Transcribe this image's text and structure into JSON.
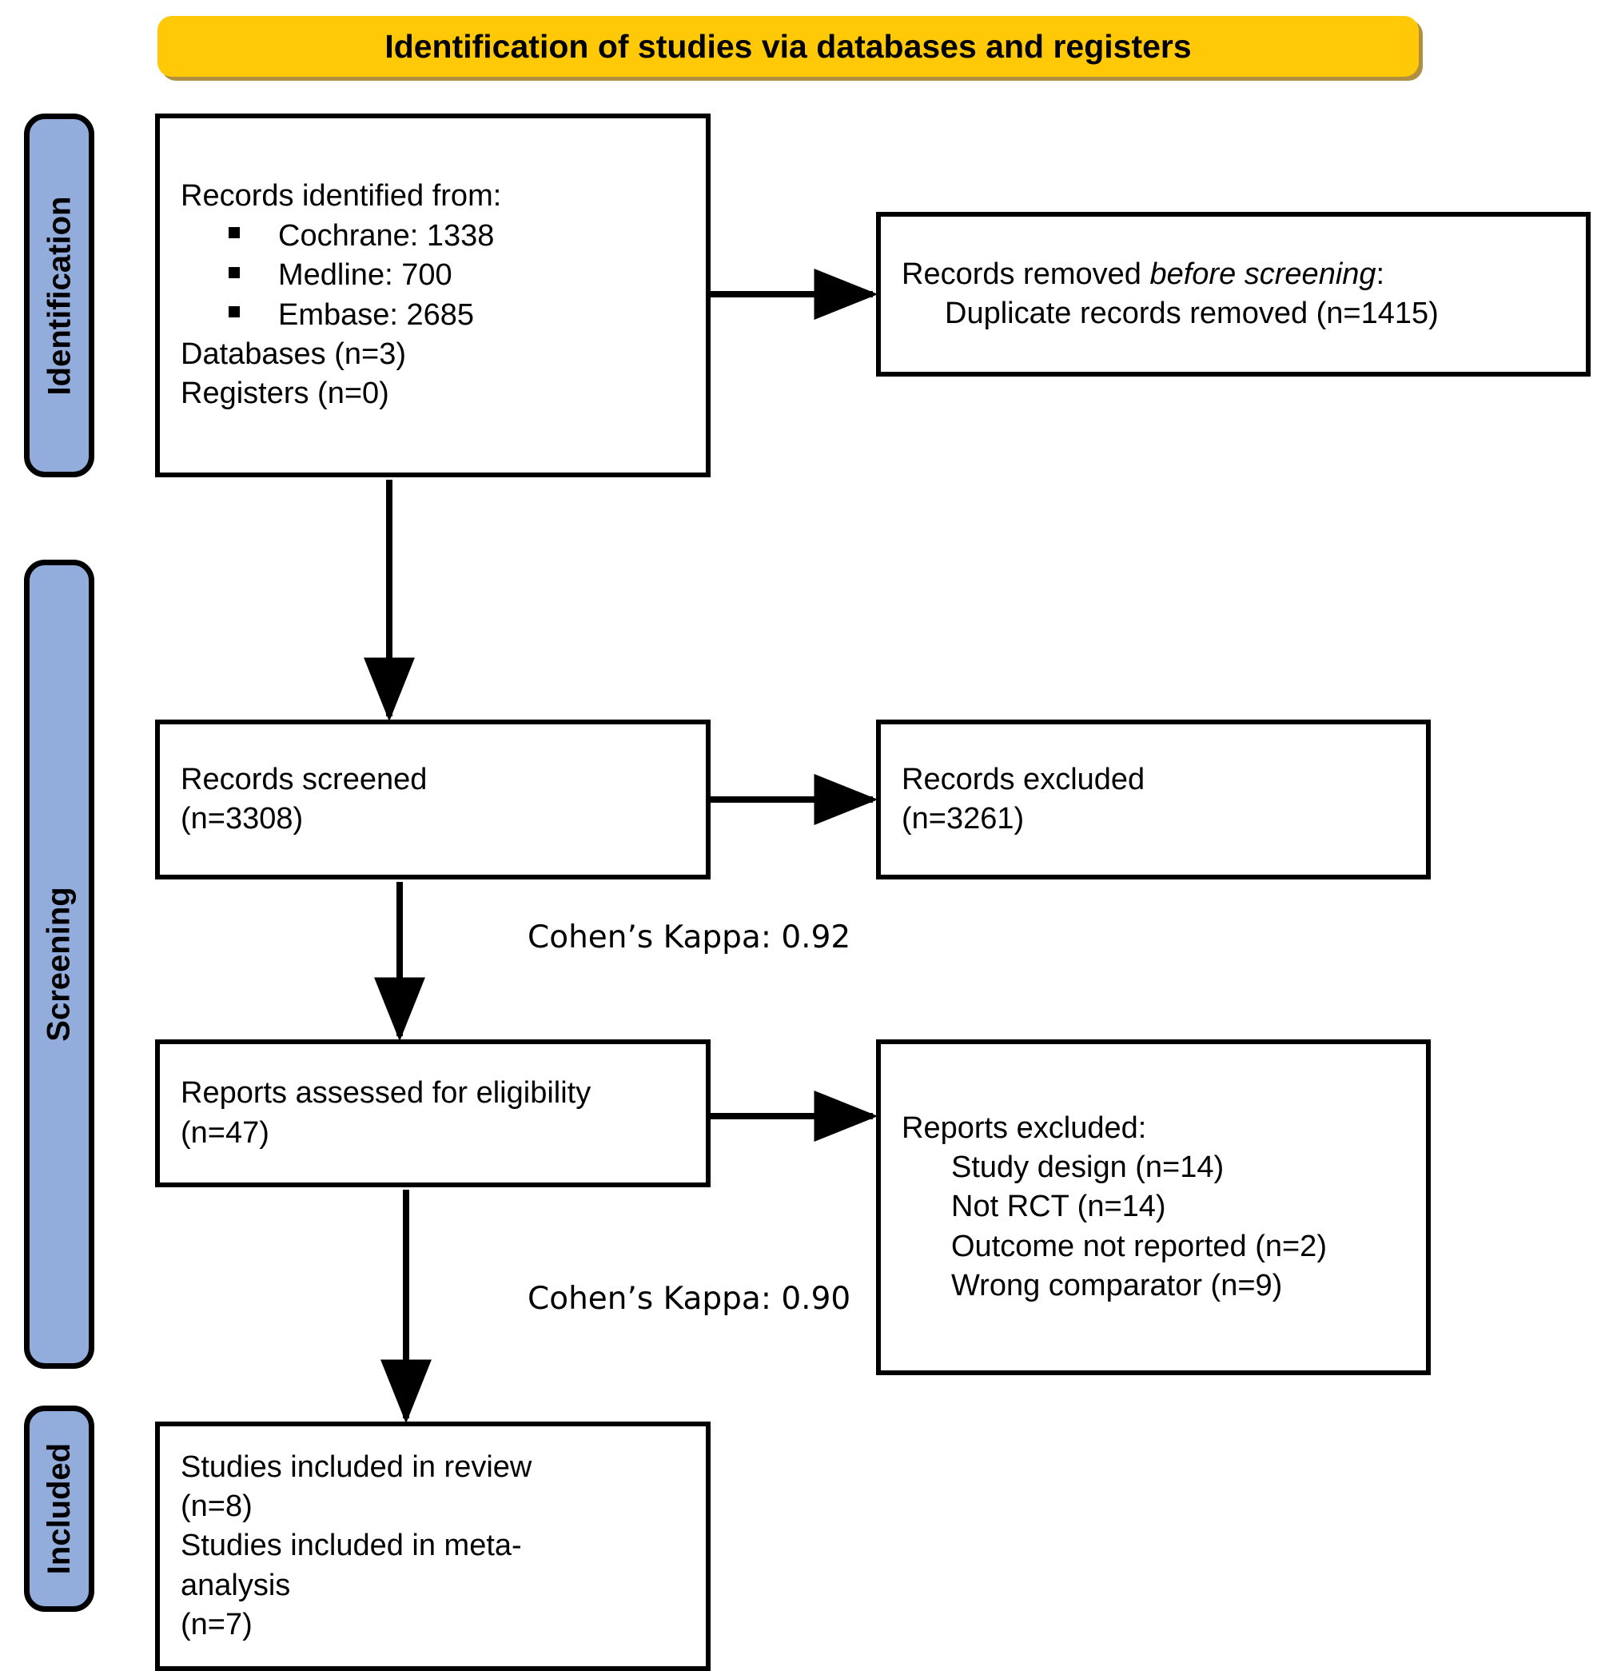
{
  "banner": {
    "title": "Identification of studies via databases and registers",
    "color": "#FFC907"
  },
  "phases": [
    {
      "key": "identification",
      "label": "Identification",
      "color": "#92ADDC"
    },
    {
      "key": "screening",
      "label": "Screening",
      "color": "#92ADDC"
    },
    {
      "key": "included",
      "label": "Included",
      "color": "#92ADDC"
    }
  ],
  "boxes": {
    "records_identified": {
      "lead": "Records identified from:",
      "bullets": [
        "Cochrane: 1338",
        "Medline: 700",
        "Embase: 2685"
      ],
      "tail": [
        "Databases (n=3)",
        "Registers (n=0)"
      ]
    },
    "records_removed": {
      "lead_pre": "Records removed ",
      "lead_italic": "before screening",
      "lead_post": ":",
      "sub": "Duplicate records removed  (n=1415)"
    },
    "records_screened": {
      "line1": "Records screened",
      "line2": "(n=3308)"
    },
    "records_excluded": {
      "line1": "Records excluded",
      "line2": "(n=3261)"
    },
    "reports_assessed": {
      "line1": "Reports assessed for eligibility",
      "line2": "(n=47)"
    },
    "reports_excluded": {
      "lead": "Reports excluded:",
      "reasons": [
        "Study design (n=14)",
        "Not RCT (n=14)",
        "Outcome not reported (n=2)",
        "Wrong comparator (n=9)"
      ]
    },
    "studies_included": {
      "line1": "Studies included in review",
      "line2": "(n=8)",
      "line3": "Studies included in meta-",
      "line4": "analysis",
      "line5": "(n=7)"
    }
  },
  "annotations": {
    "kappa_screening": "Cohen’s Kappa: 0.92",
    "kappa_eligibility": "Cohen’s Kappa: 0.90"
  }
}
